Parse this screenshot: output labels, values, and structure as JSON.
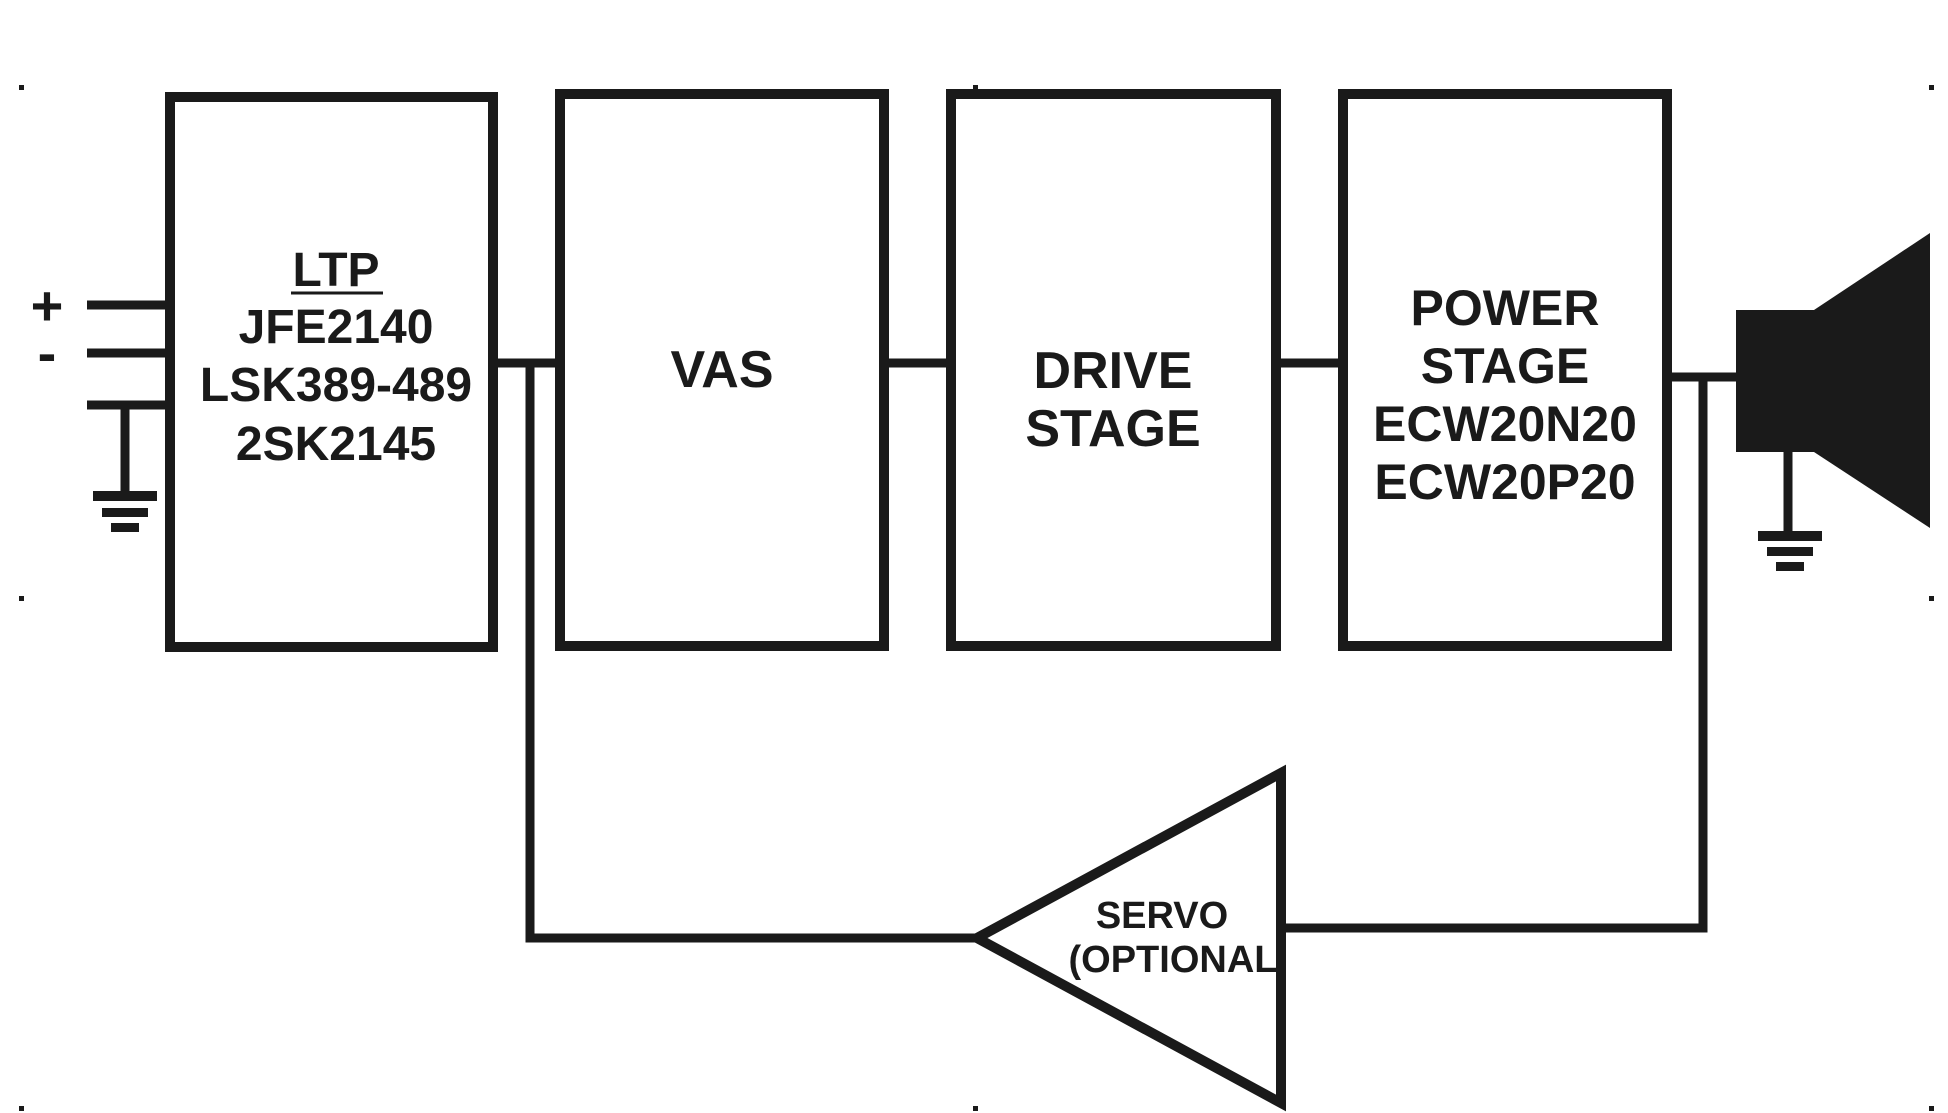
{
  "colors": {
    "ink": "#1a1a1a",
    "background": "#ffffff"
  },
  "blocks": {
    "ltp": {
      "title": "LTP",
      "lines": [
        "JFE2140",
        "LSK389-489",
        "2SK2145"
      ]
    },
    "vas": {
      "lines": [
        "VAS"
      ]
    },
    "drive": {
      "lines": [
        "DRIVE",
        "STAGE"
      ]
    },
    "power": {
      "lines": [
        "POWER",
        "STAGE",
        "ECW20N20",
        "ECW20P20"
      ]
    }
  },
  "servo": {
    "lines": [
      "SERVO",
      "(OPTIONAL"
    ]
  },
  "supply": {
    "plus_symbol": "+",
    "minus_symbol": "-"
  },
  "icons": {
    "speaker": "speaker-icon",
    "ground": "ground-icon"
  }
}
